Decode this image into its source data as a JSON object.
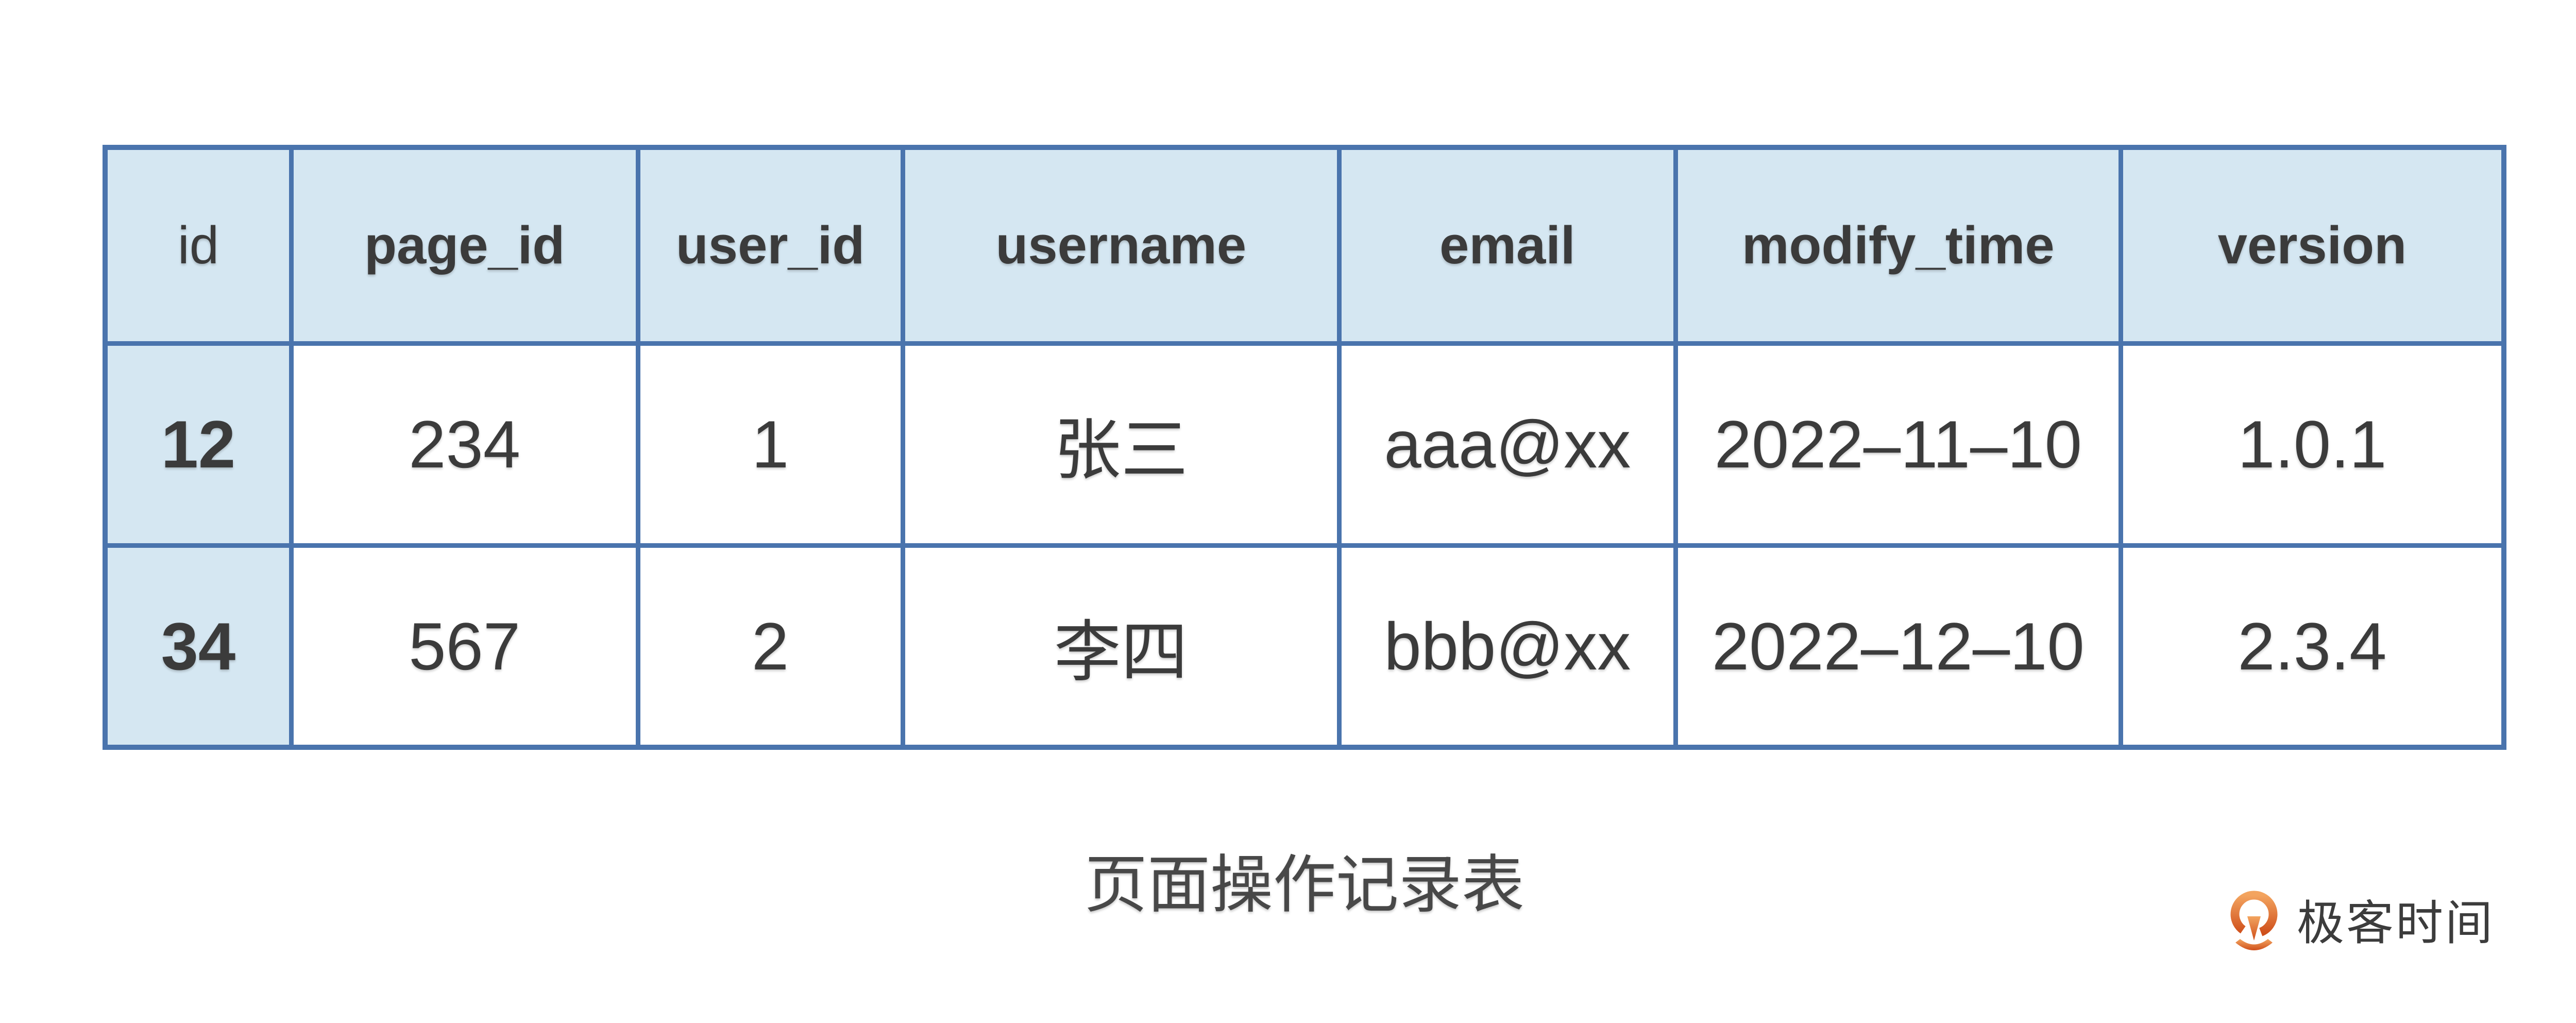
{
  "chart_data": {
    "type": "table",
    "title": "页面操作记录表",
    "columns": [
      "id",
      "page_id",
      "user_id",
      "username",
      "email",
      "modify_time",
      "version"
    ],
    "rows": [
      [
        "12",
        "234",
        "1",
        "张三",
        "aaa@xx",
        "2022–11–10",
        "1.0.1"
      ],
      [
        "34",
        "567",
        "2",
        "李四",
        "bbb@xx",
        "2022–12–10",
        "2.3.4"
      ]
    ]
  },
  "logo": {
    "brand_text": "极客时间",
    "icon": "geektime-q-arrow-icon"
  },
  "colors": {
    "table_border": "#4a74ad",
    "header_fill": "#d5e7f2",
    "cell_text": "#3b3b3b",
    "caption_color": "#484848",
    "logo_text_color": "#3c3c3c",
    "logo_orange_light": "#f3a45f",
    "logo_orange_dark": "#cf4f1b"
  }
}
